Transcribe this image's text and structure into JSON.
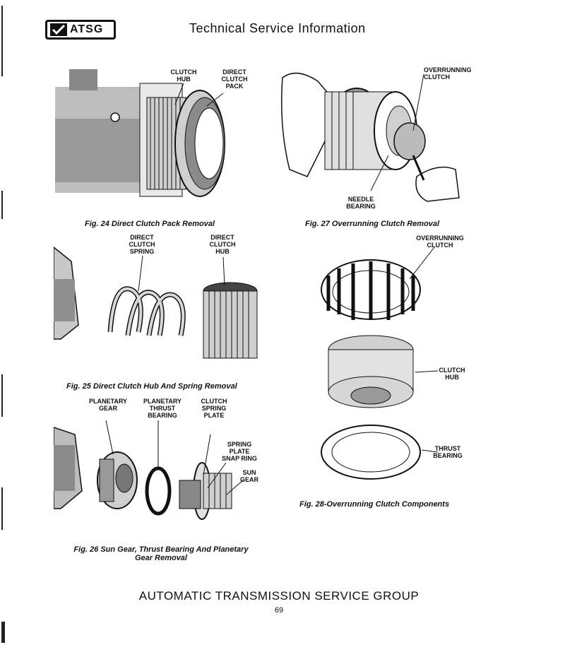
{
  "header": {
    "logo_text": "ATSG",
    "title": "Technical Service Information"
  },
  "figures": {
    "fig24": {
      "caption": "Fig. 24 Direct Clutch Pack Removal",
      "labels": {
        "clutch_hub": "CLUTCH\nHUB",
        "direct_clutch_pack": "DIRECT\nCLUTCH\nPACK"
      }
    },
    "fig25": {
      "caption": "Fig. 25 Direct Clutch Hub And Spring Removal",
      "labels": {
        "direct_clutch_spring": "DIRECT\nCLUTCH\nSPRING",
        "direct_clutch_hub": "DIRECT\nCLUTCH\nHUB"
      }
    },
    "fig26": {
      "caption_line1": "Fig. 26 Sun Gear, Thrust Bearing And Planetary",
      "caption_line2": "Gear Removal",
      "labels": {
        "planetary_gear": "PLANETARY\nGEAR",
        "planetary_thrust_bearing": "PLANETARY\nTHRUST\nBEARING",
        "clutch_spring_plate": "CLUTCH\nSPRING\nPLATE",
        "spring_plate_snap_ring": "SPRING\nPLATE\nSNAP RING",
        "sun_gear": "SUN\nGEAR"
      }
    },
    "fig27": {
      "caption": "Fig. 27 Overrunning Clutch Removal",
      "labels": {
        "overrunning_clutch": "OVERRUNNING\nCLUTCH",
        "needle_bearing": "NEEDLE\nBEARING"
      }
    },
    "fig28": {
      "caption": "Fig. 28-Overrunning Clutch Components",
      "labels": {
        "overrunning_clutch": "OVERRUNNING\nCLUTCH",
        "clutch_hub": "CLUTCH\nHUB",
        "thrust_bearing": "THRUST\nBEARING"
      }
    }
  },
  "footer": {
    "title": "AUTOMATIC TRANSMISSION SERVICE GROUP",
    "page_number": "69"
  }
}
